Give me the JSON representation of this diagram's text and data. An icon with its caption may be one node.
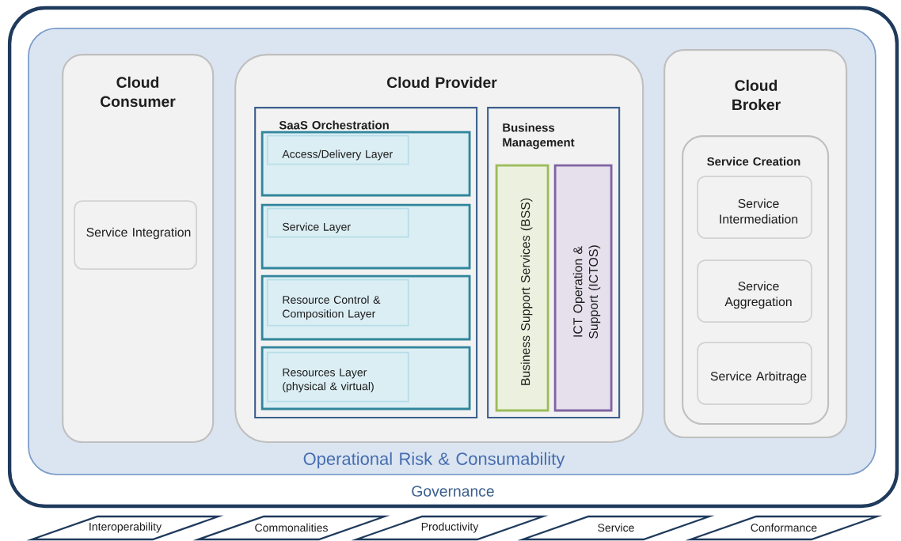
{
  "diagram": {
    "nodes": [
      {
        "text": [
          "Governance"
        ]
      },
      {
        "text": [
          "Operational Risk & Consumability"
        ],
        "in": 0
      },
      {
        "text": [
          "Cloud Consumer"
        ],
        "in": 1
      },
      {
        "text": [
          "Service Integration"
        ],
        "in": 2
      },
      {
        "text": [
          "Cloud Provider"
        ],
        "in": 1
      },
      {
        "text": [
          "SaaS Orchestration"
        ],
        "in": 4
      },
      {
        "text": [],
        "shape": "box",
        "in": 5
      },
      {
        "text": [
          "Access/Delivery Layer"
        ],
        "in": 6
      },
      {
        "text": [],
        "shape": "box",
        "in": 5
      },
      {
        "text": [
          "Service Layer"
        ],
        "in": 8
      },
      {
        "text": [],
        "shape": "box",
        "in": 5
      },
      {
        "text": [
          "Resource Control & Composition Layer"
        ],
        "in": 10
      },
      {
        "text": [],
        "shape": "box",
        "in": 5
      },
      {
        "text": [
          "Resources Layer (physical & virtual)"
        ],
        "in": 12
      },
      {
        "text": [
          "Business Management"
        ],
        "in": 4
      },
      {
        "text": [
          "Business Support Services (BSS)"
        ],
        "in": 14
      },
      {
        "text": [
          "ICT Operation & Support (ICTOS)"
        ],
        "in": 14
      },
      {
        "text": [
          "Cloud Broker"
        ],
        "in": 1
      },
      {
        "text": [
          "Service Creation"
        ],
        "in": 17
      },
      {
        "text": [
          "Service Intermediation"
        ],
        "in": 18
      },
      {
        "text": [
          "Service Aggregation"
        ],
        "in": 18
      },
      {
        "text": [
          "Service Arbitrage"
        ],
        "in": 18
      },
      {
        "text": [
          "Interoperability"
        ]
      },
      {
        "text": [
          "Commonalities"
        ]
      },
      {
        "text": [
          "Productivity"
        ]
      },
      {
        "text": [
          "Service"
        ]
      },
      {
        "text": [
          "Conformance"
        ]
      }
    ]
  }
}
